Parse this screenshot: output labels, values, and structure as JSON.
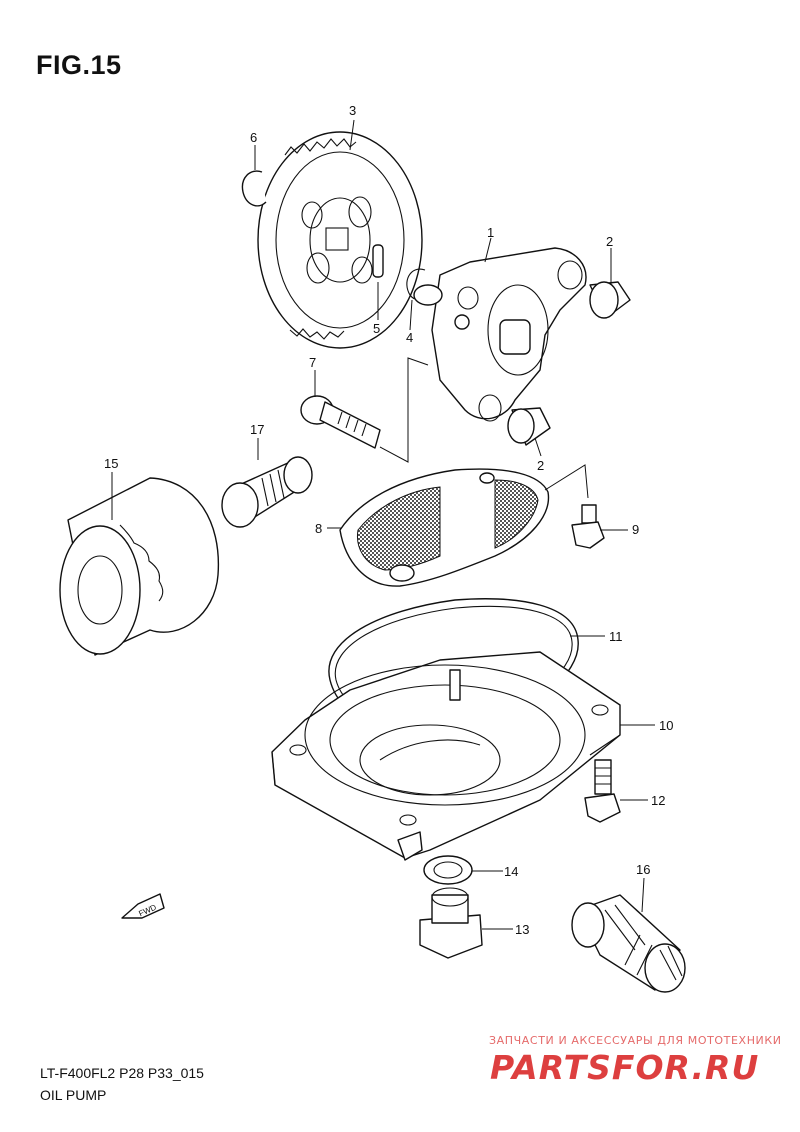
{
  "figure": {
    "title": "FIG.15",
    "model_code": "LT-F400FL2 P28 P33_015",
    "section_name": "OIL PUMP"
  },
  "callouts": [
    "1",
    "2",
    "2",
    "3",
    "4",
    "5",
    "6",
    "7",
    "8",
    "9",
    "10",
    "11",
    "12",
    "13",
    "14",
    "15",
    "16",
    "17"
  ],
  "direction_marker": "FWD",
  "watermark": {
    "tagline": "ЗАПЧАСТИ И АКСЕССУАРЫ ДЛЯ МОТОТЕХНИКИ",
    "logo": "PARTSFOR.RU"
  }
}
